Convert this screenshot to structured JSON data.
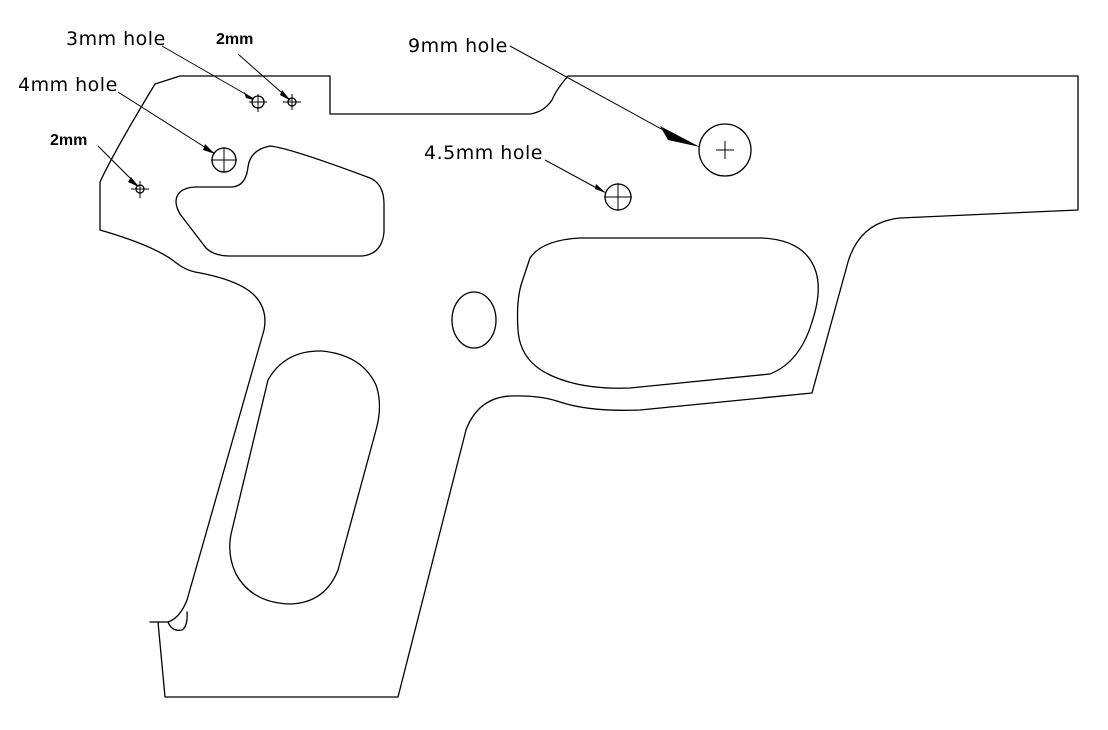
{
  "labels": {
    "hole_3mm": "3mm hole",
    "hole_2mm_top": "2mm",
    "hole_4mm": "4mm hole",
    "hole_2mm_left": "2mm",
    "hole_9mm": "9mm hole",
    "hole_4_5mm": "4.5mm hole"
  },
  "colors": {
    "line": "#000000",
    "background": "#ffffff"
  }
}
